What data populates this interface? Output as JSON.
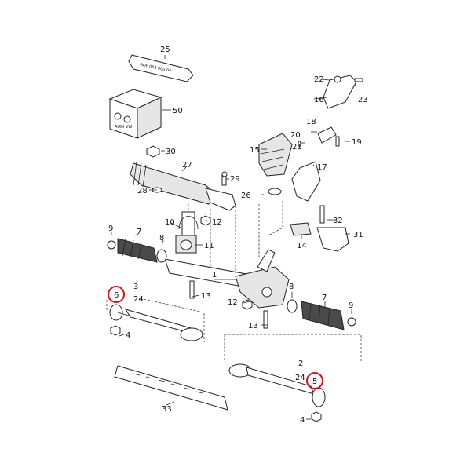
{
  "colors": {
    "highlight": "#d0101a",
    "ink": "#222222",
    "background": "#ffffff"
  },
  "callouts": {
    "c1": "1",
    "c2": "2",
    "c3": "3",
    "c4a": "4",
    "c4b": "4",
    "c5": "5",
    "c6": "6",
    "c7a": "7",
    "c7b": "7",
    "c8a": "8",
    "c8b": "8",
    "c9a": "9",
    "c9b": "9",
    "c10": "10",
    "c11": "11",
    "c12a": "12",
    "c12b": "12",
    "c13a": "13",
    "c13b": "13",
    "c14": "14",
    "c15": "15",
    "c16": "16",
    "c17": "17",
    "c18": "18",
    "c19": "19",
    "c20": "20",
    "c21": "21",
    "c22": "22",
    "c23": "23",
    "c24a": "24",
    "c24b": "24",
    "c25": "25",
    "c26": "26",
    "c27": "27",
    "c28": "28",
    "c29": "29",
    "c30": "30",
    "c31": "31",
    "c32": "32",
    "c33": "33",
    "c50": "50"
  },
  "highlighted_callouts": [
    "6",
    "5"
  ],
  "embossed_text": {
    "tube_marking": "AOF 063 000 04",
    "box_marking": "AUDI VW"
  }
}
